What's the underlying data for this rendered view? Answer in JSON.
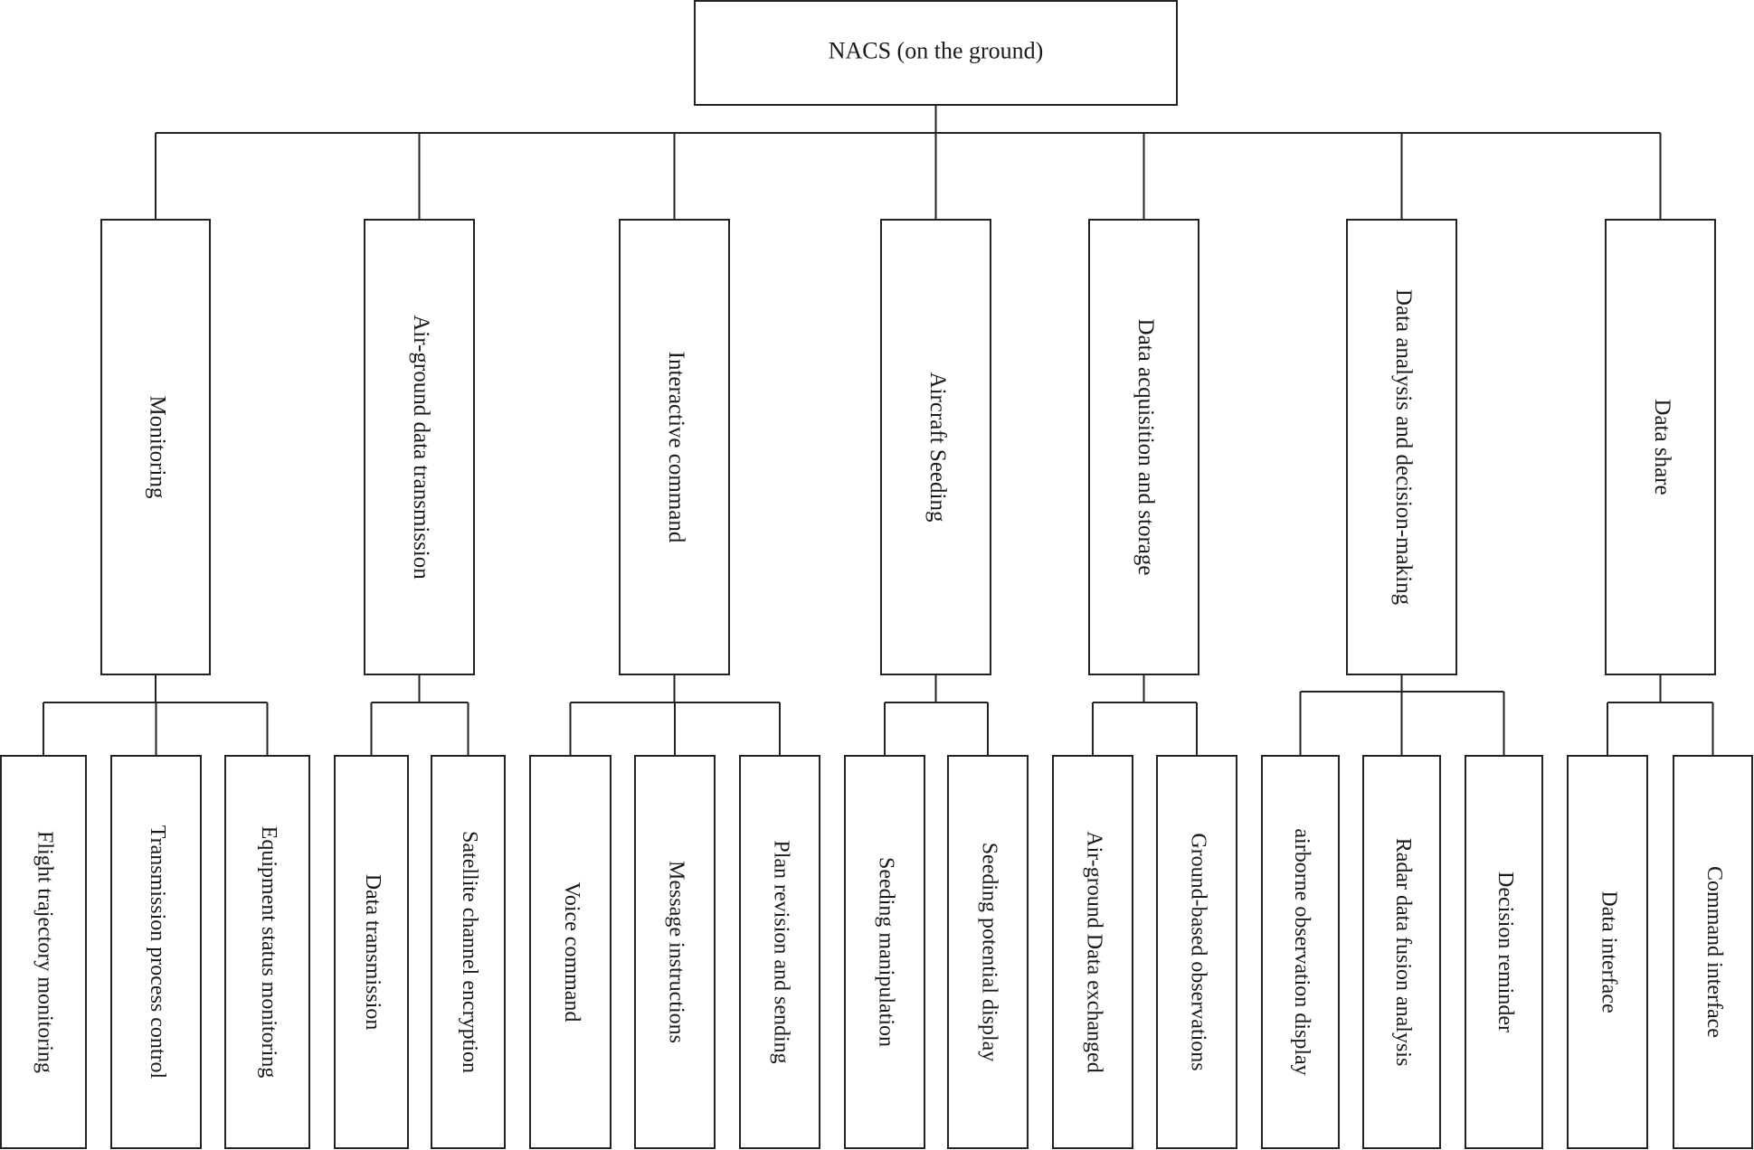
{
  "diagram": {
    "root": {
      "label": "NACS (on the ground)"
    },
    "modules": [
      {
        "label": "Monitoring",
        "children": [
          {
            "label": "Flight trajectory  monitoring"
          },
          {
            "label": "Transmission process control"
          },
          {
            "label": "Equipment status monitoring"
          }
        ]
      },
      {
        "label": "Air-ground data transmission",
        "children": [
          {
            "label": "Data transmission"
          },
          {
            "label": "Satellite channel encryption"
          }
        ]
      },
      {
        "label": "Interactive command",
        "children": [
          {
            "label": "Voice command"
          },
          {
            "label": "Message instructions"
          },
          {
            "label": "Plan revision and sending"
          }
        ]
      },
      {
        "label": "Aircraft Seeding",
        "children": [
          {
            "label": "Seeding manipulation"
          },
          {
            "label": "Seeding potential display"
          }
        ]
      },
      {
        "label": "Data acquisition and storage",
        "children": [
          {
            "label": "Air-ground Data exchanged"
          },
          {
            "label": "Ground-based observations"
          }
        ]
      },
      {
        "label": "Data analysis and decision-making",
        "children": [
          {
            "label": "airborne observation  display"
          },
          {
            "label": "Radar data fusion analysis"
          },
          {
            "label": "Decision reminder"
          }
        ]
      },
      {
        "label": "Data share",
        "children": [
          {
            "label": "Data interface"
          },
          {
            "label": "Command interface"
          }
        ]
      }
    ]
  }
}
